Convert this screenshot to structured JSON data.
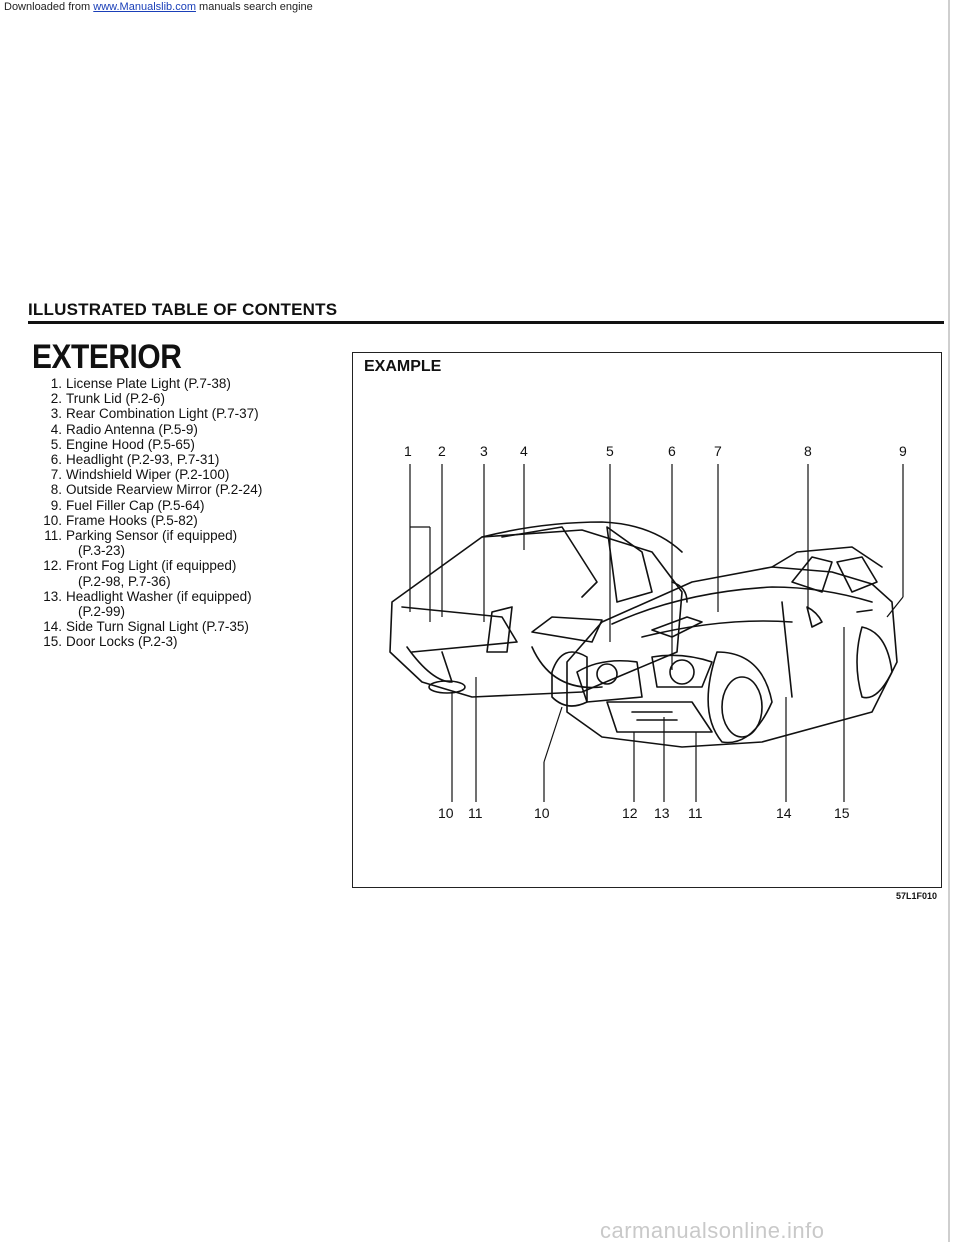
{
  "download_banner": {
    "prefix": "Downloaded from ",
    "link_text": "www.Manualslib.com",
    "suffix": "  manuals search engine"
  },
  "section_header": "ILLUSTRATED TABLE OF CONTENTS",
  "title": "EXTERIOR",
  "items": [
    {
      "num": "1.",
      "text": "License Plate Light (P.7-38)",
      "cont": ""
    },
    {
      "num": "2.",
      "text": "Trunk Lid (P.2-6)",
      "cont": ""
    },
    {
      "num": "3.",
      "text": "Rear Combination Light (P.7-37)",
      "cont": ""
    },
    {
      "num": "4.",
      "text": "Radio Antenna (P.5-9)",
      "cont": ""
    },
    {
      "num": "5.",
      "text": "Engine Hood (P.5-65)",
      "cont": ""
    },
    {
      "num": "6.",
      "text": "Headlight (P.2-93, P.7-31)",
      "cont": ""
    },
    {
      "num": "7.",
      "text": "Windshield Wiper (P.2-100)",
      "cont": ""
    },
    {
      "num": "8.",
      "text": "Outside Rearview Mirror (P.2-24)",
      "cont": ""
    },
    {
      "num": "9.",
      "text": "Fuel Filler Cap (P.5-64)",
      "cont": ""
    },
    {
      "num": "10.",
      "text": "Frame Hooks (P.5-82)",
      "cont": ""
    },
    {
      "num": "11.",
      "text": "Parking Sensor (if equipped)",
      "cont": "(P.3-23)"
    },
    {
      "num": "12.",
      "text": "Front Fog Light (if equipped)",
      "cont": "(P.2-98, P.7-36)"
    },
    {
      "num": "13.",
      "text": "Headlight Washer (if equipped)",
      "cont": "(P.2-99)"
    },
    {
      "num": "14.",
      "text": "Side Turn Signal Light (P.7-35)",
      "cont": ""
    },
    {
      "num": "15.",
      "text": "Door Locks (P.2-3)",
      "cont": ""
    }
  ],
  "figure": {
    "label": "EXAMPLE",
    "code": "57L1F010",
    "top_callouts": [
      "1",
      "2",
      "3",
      "4",
      "5",
      "6",
      "7",
      "8",
      "9"
    ],
    "bottom_callouts": [
      "10",
      "11",
      "10",
      "12",
      "13",
      "11",
      "14",
      "15"
    ]
  },
  "footer_watermark": "carmanualsonline.info"
}
